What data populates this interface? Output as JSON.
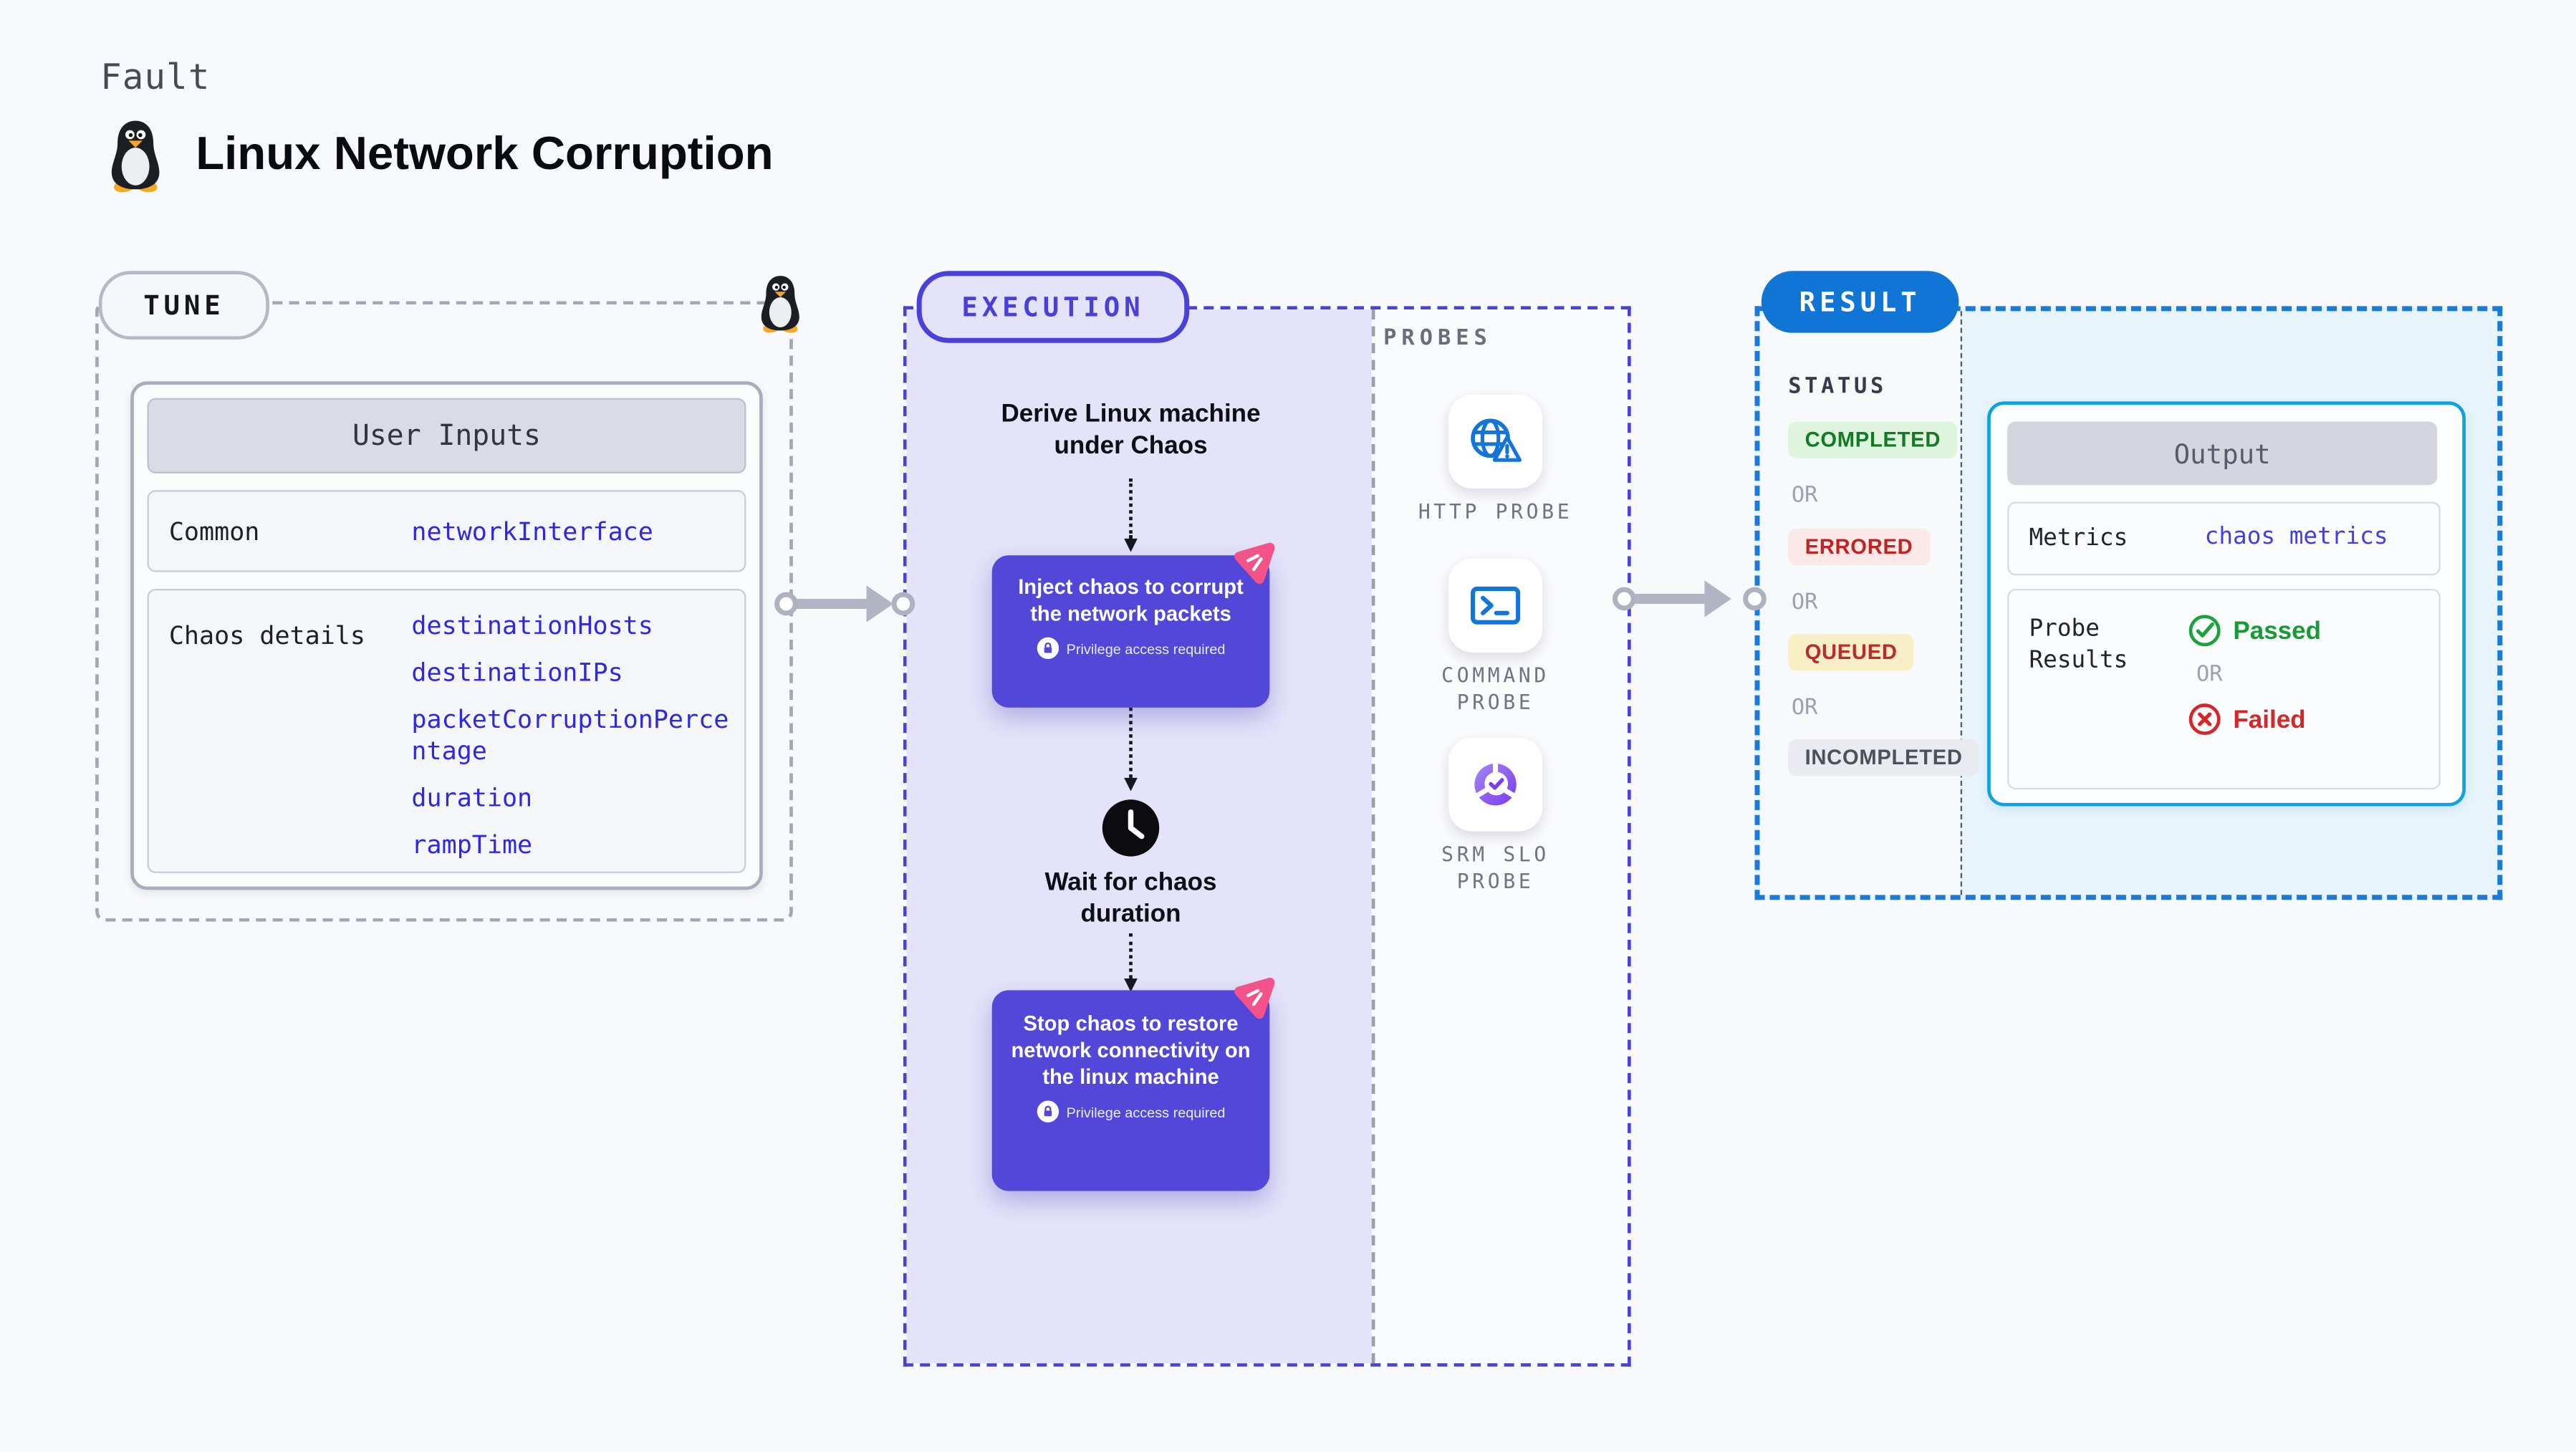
{
  "header": {
    "eyebrow": "Fault",
    "title": "Linux Network Corruption"
  },
  "tune": {
    "label": "TUNE",
    "table": {
      "header": "User Inputs",
      "rows": [
        {
          "label": "Common",
          "links": [
            "networkInterface"
          ]
        },
        {
          "label": "Chaos details",
          "links": [
            "destinationHosts",
            "destinationIPs",
            "packetCorruptionPercentage",
            "duration",
            "rampTime"
          ]
        }
      ]
    }
  },
  "execution": {
    "label": "EXECUTION",
    "derive_text": "Derive Linux machine under Chaos",
    "inject": {
      "title": "Inject chaos to corrupt the network packets",
      "badge": "Privilege access required"
    },
    "wait_text": "Wait for chaos duration",
    "stop": {
      "title": "Stop chaos to restore network connectivity on the linux machine",
      "badge": "Privilege access required"
    }
  },
  "probes": {
    "label": "PROBES",
    "items": [
      {
        "label": "HTTP PROBE",
        "icon": "globe-warning-icon"
      },
      {
        "label": "COMMAND PROBE",
        "icon": "terminal-icon"
      },
      {
        "label": "SRM SLO PROBE",
        "icon": "slo-donut-check-icon"
      }
    ]
  },
  "result": {
    "label": "RESULT",
    "status": {
      "title": "STATUS",
      "or_label": "OR",
      "badges": [
        {
          "text": "COMPLETED",
          "type": "success"
        },
        {
          "text": "ERRORED",
          "type": "error"
        },
        {
          "text": "QUEUED",
          "type": "warn"
        },
        {
          "text": "INCOMPLETED",
          "type": "neutral"
        }
      ]
    },
    "output": {
      "header": "Output",
      "metrics_label": "Metrics",
      "metrics_link": "chaos metrics",
      "probe_results_label": "Probe Results",
      "passed": "Passed",
      "or_label": "OR",
      "failed": "Failed"
    }
  },
  "colors": {
    "page_bg": "#F8F9FC",
    "execution_bg": "#E4E3F9",
    "execution_border": "#4A40DB",
    "result_border": "#1A7AD9",
    "result_bg": "#E7F4FC",
    "result_pill_bg": "#1175D5",
    "chaos_node_purple": "#5347DA",
    "chaos_pink": "#F4538A",
    "link_blue": "#2F28E0",
    "probe_icon_blue": "#1375D8",
    "success_green": "#189A35",
    "fail_red": "#D52727",
    "arrow_gray": "#B1B4C3"
  }
}
